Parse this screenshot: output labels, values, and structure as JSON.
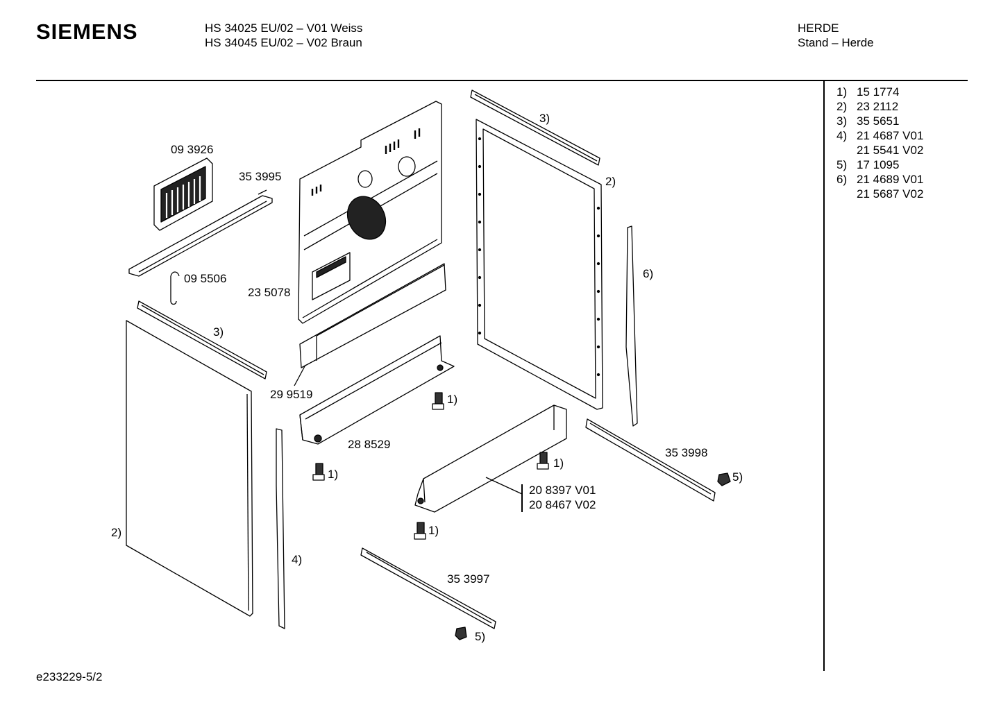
{
  "header": {
    "brand": "SIEMENS",
    "models": [
      "HS 34025 EU/02 – V01 Weiss",
      "HS 34045 EU/02 – V02 Braun"
    ],
    "category": [
      "HERDE",
      "Stand – Herde"
    ]
  },
  "legend": [
    {
      "key": "1)",
      "value": "15 1774"
    },
    {
      "key": "2)",
      "value": "23 2112"
    },
    {
      "key": "3)",
      "value": "35 5651"
    },
    {
      "key": "4)",
      "value": "21 4687 V01"
    },
    {
      "key": "",
      "value": "21 5541 V02"
    },
    {
      "key": "5)",
      "value": "17 1095"
    },
    {
      "key": "6)",
      "value": "21 4689 V01"
    },
    {
      "key": "",
      "value": "21 5687 V02"
    }
  ],
  "labels": {
    "p093926": "09 3926",
    "p353995": "35 3995",
    "p095506": "09 5506",
    "p235078": "23 5078",
    "p299519": "29 9519",
    "p288529": "28 8529",
    "p353998": "35 3998",
    "p353997": "35 3997",
    "p208397": "20 8397 V01",
    "p208467": "20 8467 V02",
    "c1a": "1)",
    "c1b": "1)",
    "c1c": "1)",
    "c1d": "1)",
    "c2a": "2)",
    "c2b": "2)",
    "c3a": "3)",
    "c3b": "3)",
    "c4": "4)",
    "c5a": "5)",
    "c5b": "5)",
    "c6": "6)"
  },
  "footer": "e233229-5/2"
}
